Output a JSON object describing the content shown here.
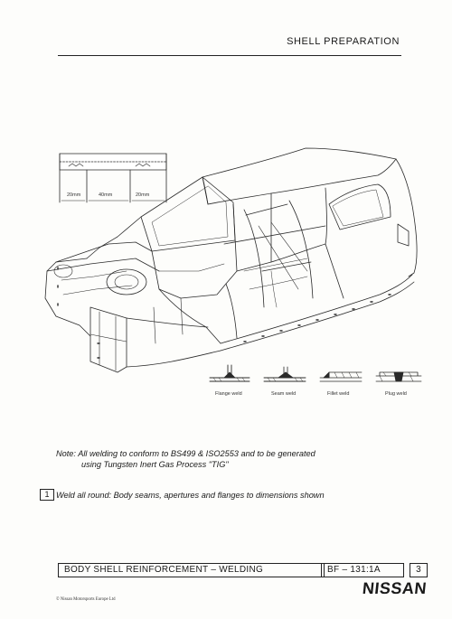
{
  "header": {
    "title": "SHELL PREPARATION"
  },
  "dimension_labels": {
    "left": "20mm",
    "middle": "40mm",
    "right": "20mm"
  },
  "weld_types": [
    {
      "label": "Flange weld",
      "icon": "flange-weld-icon"
    },
    {
      "label": "Seam weld",
      "icon": "seam-weld-icon"
    },
    {
      "label": "Fillet weld",
      "icon": "fillet-weld-icon"
    },
    {
      "label": "Plug weld",
      "icon": "plug-weld-icon"
    }
  ],
  "note": {
    "prefix": "Note:",
    "line1": "All welding to conform to BS499 & ISO2553 and to be generated",
    "line2": "using Tungsten Inert Gas Process \"TIG\""
  },
  "step": {
    "number": "1",
    "text": "Weld all round:  Body seams, apertures and flanges to dimensions shown"
  },
  "footer": {
    "title": "BODY SHELL REINFORCEMENT – WELDING",
    "ref": "BF  –  131:1A",
    "page": "3",
    "copyright": "© Nissan Motorsports Europe Ltd",
    "logo": "NISSAN"
  }
}
